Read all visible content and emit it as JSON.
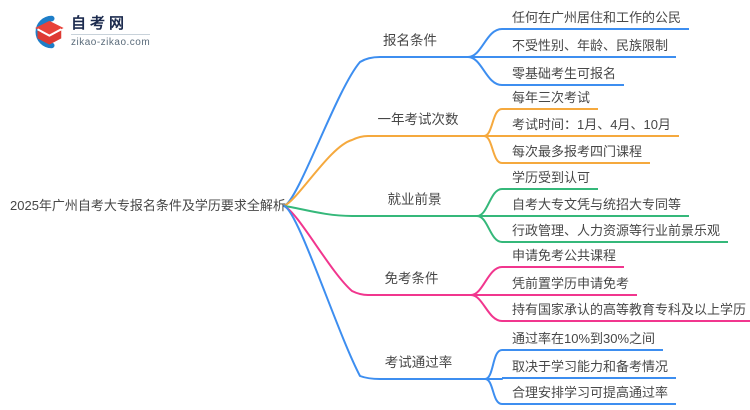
{
  "logo": {
    "site_name": "自考网",
    "site_domain": "zikao-zikao.com"
  },
  "root": {
    "title": "2025年广州自考大专报名条件及学历要求全解析"
  },
  "branches": [
    {
      "label": "报名条件",
      "color": "#3d8ef0",
      "children": [
        "任何在广州居住和工作的公民",
        "不受性别、年龄、民族限制",
        "零基础考生可报名"
      ]
    },
    {
      "label": "一年考试次数",
      "color": "#f5a93e",
      "children": [
        "每年三次考试",
        "考试时间：1月、4月、10月",
        "每次最多报考四门课程"
      ]
    },
    {
      "label": "就业前景",
      "color": "#35b87a",
      "children": [
        "学历受到认可",
        "自考大专文凭与统招大专同等",
        "行政管理、人力资源等行业前景乐观"
      ]
    },
    {
      "label": "免考条件",
      "color": "#f1368e",
      "children": [
        "申请免考公共课程",
        "凭前置学历申请免考",
        "持有国家承认的高等教育专科及以上学历"
      ]
    },
    {
      "label": "考试通过率",
      "color": "#3d8ef0",
      "children": [
        "通过率在10%到30%之间",
        "取决于学习能力和备考情况",
        "合理安排学习可提高通过率"
      ]
    }
  ]
}
